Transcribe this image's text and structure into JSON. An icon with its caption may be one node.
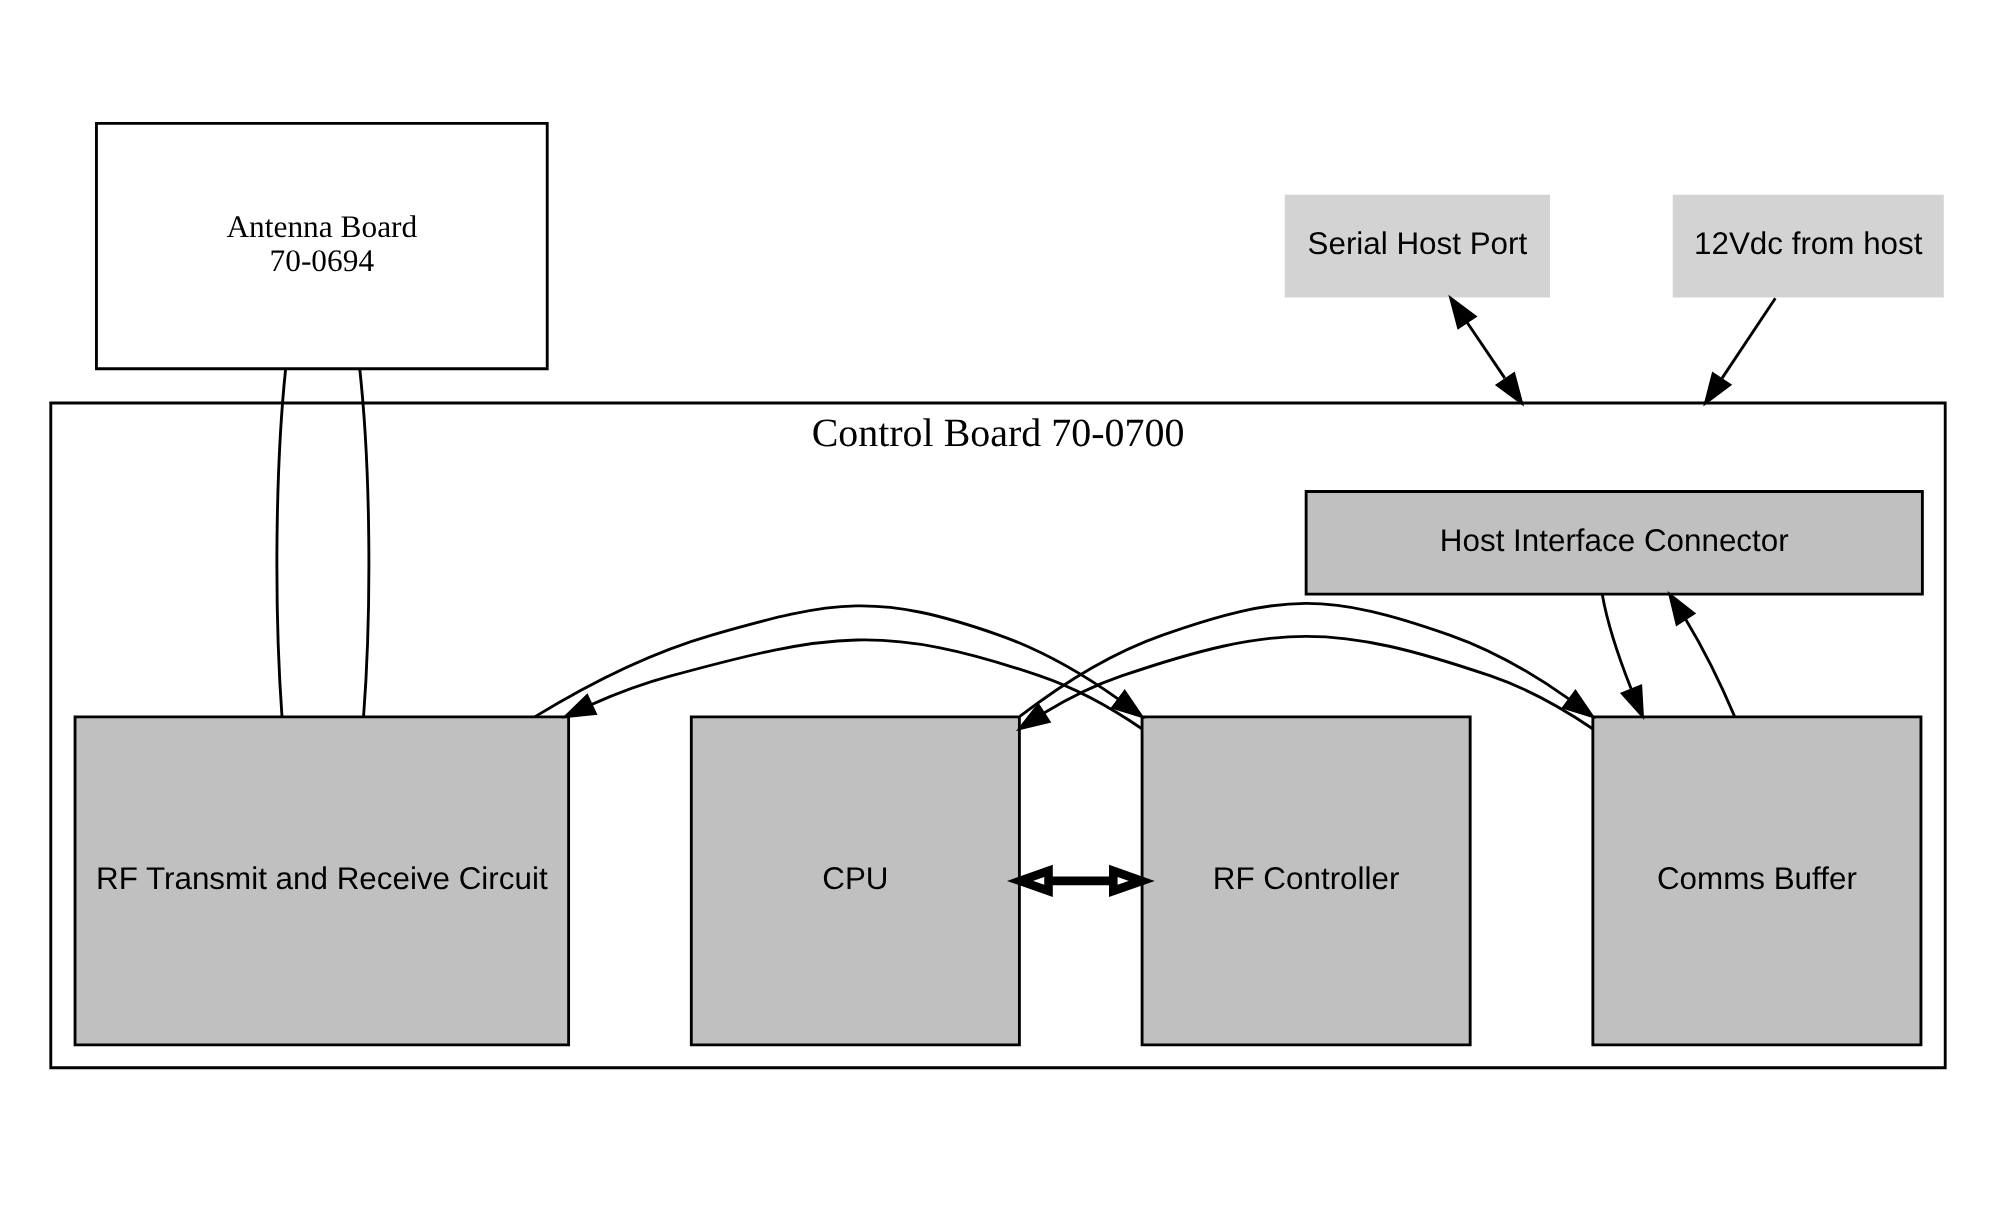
{
  "diagram": {
    "nodes": [
      {
        "text": [
          "Antenna Board",
          "70-0694"
        ]
      },
      {
        "text": [
          "Control Board 70-0700"
        ]
      },
      {
        "text": [
          "Host Interface Connector"
        ],
        "in": 1
      },
      {
        "text": [
          "Comms Buffer"
        ],
        "in": 1
      },
      {
        "text": [
          "CPU"
        ],
        "in": 1
      },
      {
        "text": [
          "RF Controller"
        ],
        "in": 1
      },
      {
        "text": [
          "RF Transmit and Receive Circuit"
        ],
        "in": 1
      },
      {
        "text": [
          "Serial Host Port"
        ]
      },
      {
        "text": [
          "12Vdc from host"
        ]
      }
    ],
    "edges": [
      {
        "from": 7,
        "to": 1,
        "arrow": "both"
      },
      {
        "from": 8,
        "to": 1,
        "arrow": "to"
      },
      {
        "from": 3,
        "to": 2,
        "arrow": "to"
      },
      {
        "from": 2,
        "to": 3,
        "arrow": "to"
      },
      {
        "from": 3,
        "to": 4,
        "arrow": "to"
      },
      {
        "from": 4,
        "to": 3,
        "arrow": "to"
      },
      {
        "from": 4,
        "to": 5,
        "arrow": "both",
        "style": "thick"
      },
      {
        "from": 5,
        "to": 6,
        "arrow": "to"
      },
      {
        "from": 6,
        "to": 5,
        "arrow": "to"
      },
      {
        "from": 0,
        "to": 6,
        "arrow": "none"
      },
      {
        "from": 0,
        "to": 6,
        "arrow": "none"
      }
    ]
  }
}
